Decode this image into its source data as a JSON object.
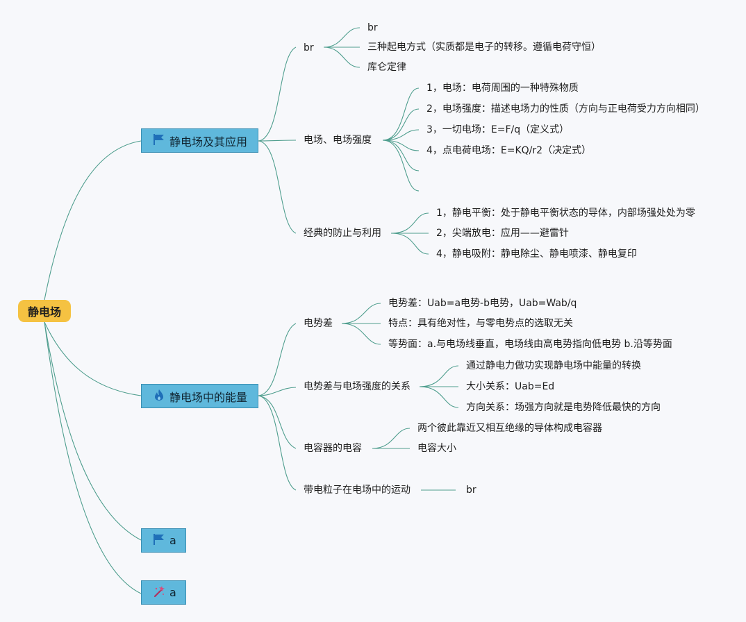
{
  "root": {
    "label": "静电场"
  },
  "topics": [
    {
      "label": "静电场及其应用",
      "icon": "flag-icon"
    },
    {
      "label": "静电场中的能量",
      "icon": "flame-icon"
    },
    {
      "label": "a",
      "icon": "flag-icon"
    },
    {
      "label": "a",
      "icon": "magic-wand-icon"
    }
  ],
  "branch1": {
    "br": {
      "label": "br",
      "children": [
        "br",
        "三种起电方式（实质都是电子的转移。遵循电荷守恒）",
        "库仑定律"
      ]
    },
    "field": {
      "label": "电场、电场强度",
      "children": [
        "1，电场：电荷周围的一种特殊物质",
        "2，电场强度：描述电场力的性质（方向与正电荷受力方向相同）",
        "3，一切电场：E=F/q（定义式）",
        "4，点电荷电场：E=KQ/r2（决定式）",
        "",
        ""
      ]
    },
    "protect": {
      "label": "经典的防止与利用",
      "children": [
        "1，静电平衡：处于静电平衡状态的导体，内部场强处处为零",
        "2，尖端放电：应用——避雷针",
        "4，静电吸附：静电除尘、静电喷漆、静电复印"
      ]
    }
  },
  "branch2": {
    "potential": {
      "label": "电势差",
      "children": [
        "电势差：Uab=a电势-b电势，Uab=Wab/q",
        "特点：具有绝对性，与零电势点的选取无关",
        "等势面：a.与电场线垂直，电场线由高电势指向低电势 b.沿等势面"
      ]
    },
    "relation": {
      "label": "电势差与电场强度的关系",
      "children": [
        "通过静电力做功实现静电场中能量的转换",
        "大小关系：Uab=Ed",
        "方向关系：场强方向就是电势降低最快的方向"
      ]
    },
    "capacitor": {
      "label": "电容器的电容",
      "children": [
        "两个彼此靠近又相互绝缘的导体构成电容器",
        "电容大小"
      ]
    },
    "motion": {
      "label": "带电粒子在电场中的运动",
      "children": [
        "br"
      ]
    }
  }
}
